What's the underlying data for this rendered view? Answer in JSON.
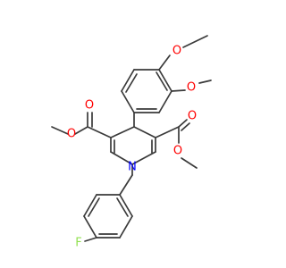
{
  "atoms": {
    "o1": "O",
    "o2": "O",
    "o3": "O",
    "o4": "O",
    "o5": "O",
    "o6": "O",
    "n1": "N",
    "f1": "F"
  },
  "colors": {
    "bond": "#3a3a3a",
    "oxygen": "#ff0000",
    "nitrogen": "#0000ff",
    "fluorine": "#90e050"
  }
}
